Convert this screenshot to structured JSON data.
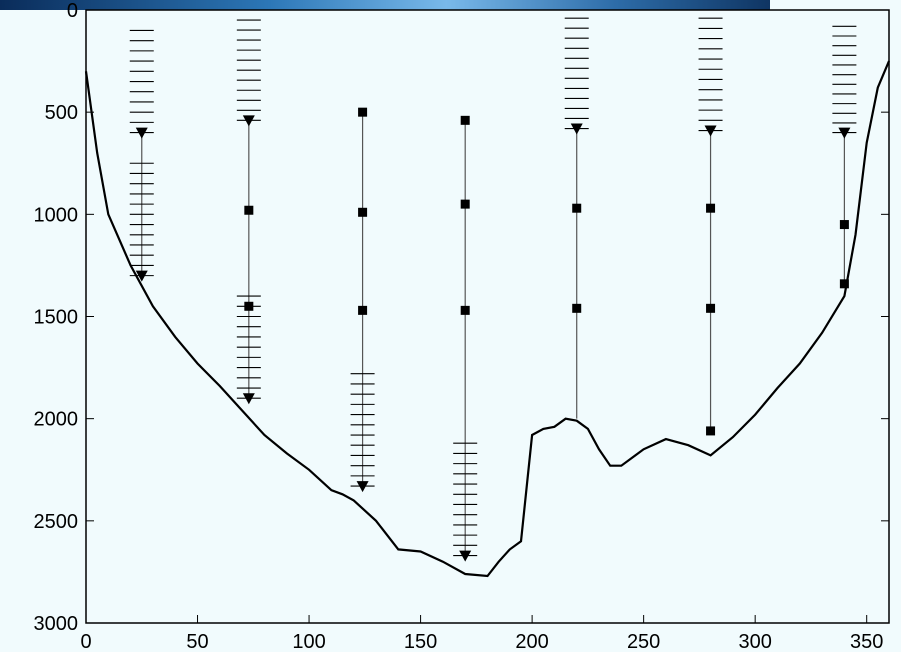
{
  "chart_data": {
    "type": "line",
    "title": "",
    "xlabel": "",
    "ylabel": "",
    "xlim": [
      0,
      360
    ],
    "ylim": [
      0,
      3000
    ],
    "y_inverted": true,
    "x_ticks": [
      "0",
      "50",
      "100",
      "150",
      "200",
      "250",
      "300",
      "350"
    ],
    "y_ticks": [
      "0",
      "500",
      "1000",
      "1500",
      "2000",
      "2500",
      "3000"
    ],
    "grid": false,
    "series": [
      {
        "x": [
          0,
          5,
          10,
          20,
          30,
          40,
          50,
          60,
          70,
          80,
          90,
          100,
          110,
          115,
          120,
          130,
          140,
          150,
          160,
          170,
          180,
          185,
          190,
          195,
          200,
          205,
          210,
          215,
          220,
          225,
          230,
          235,
          240,
          250,
          260,
          270,
          280,
          290,
          300,
          310,
          320,
          330,
          340,
          345,
          350,
          355,
          360
        ],
        "y": [
          300,
          700,
          1000,
          1250,
          1450,
          1600,
          1730,
          1840,
          1960,
          2080,
          2170,
          2250,
          2350,
          2370,
          2400,
          2500,
          2640,
          2650,
          2700,
          2760,
          2770,
          2700,
          2640,
          2600,
          2080,
          2050,
          2040,
          2000,
          2010,
          2050,
          2150,
          2230,
          2230,
          2150,
          2100,
          2130,
          2180,
          2090,
          1980,
          1850,
          1730,
          1580,
          1400,
          1100,
          650,
          380,
          250
        ]
      }
    ],
    "moorings": [
      {
        "x": 25,
        "top": 600,
        "bottom": 1300,
        "upper_adcp": {
          "from": 100,
          "to": 600
        },
        "lower_adcp": {
          "from": 750,
          "to": 1300
        },
        "instruments": []
      },
      {
        "x": 73,
        "top": 540,
        "bottom": 1900,
        "upper_adcp": {
          "from": 0,
          "to": 540
        },
        "lower_adcp": {
          "from": 1400,
          "to": 1900
        },
        "instruments": [
          980,
          1450
        ]
      },
      {
        "x": 124,
        "top": 500,
        "bottom": 2330,
        "upper_adcp": null,
        "lower_adcp": {
          "from": 1780,
          "to": 2330
        },
        "instruments": [
          500,
          990,
          1470
        ]
      },
      {
        "x": 170,
        "top": 540,
        "bottom": 2670,
        "upper_adcp": null,
        "lower_adcp": {
          "from": 2120,
          "to": 2670
        },
        "instruments": [
          540,
          950,
          1470
        ]
      },
      {
        "x": 220,
        "top": 580,
        "bottom": 2000,
        "upper_adcp": {
          "from": 40,
          "to": 580
        },
        "lower_adcp": null,
        "instruments": [
          970,
          1460
        ]
      },
      {
        "x": 280,
        "top": 590,
        "bottom": 2060,
        "upper_adcp": {
          "from": 40,
          "to": 590
        },
        "lower_adcp": null,
        "instruments": [
          970,
          1460,
          2060
        ]
      },
      {
        "x": 340,
        "top": 600,
        "bottom": 1340,
        "upper_adcp": {
          "from": 80,
          "to": 600
        },
        "lower_adcp": null,
        "instruments": [
          1050,
          1340
        ]
      }
    ]
  }
}
